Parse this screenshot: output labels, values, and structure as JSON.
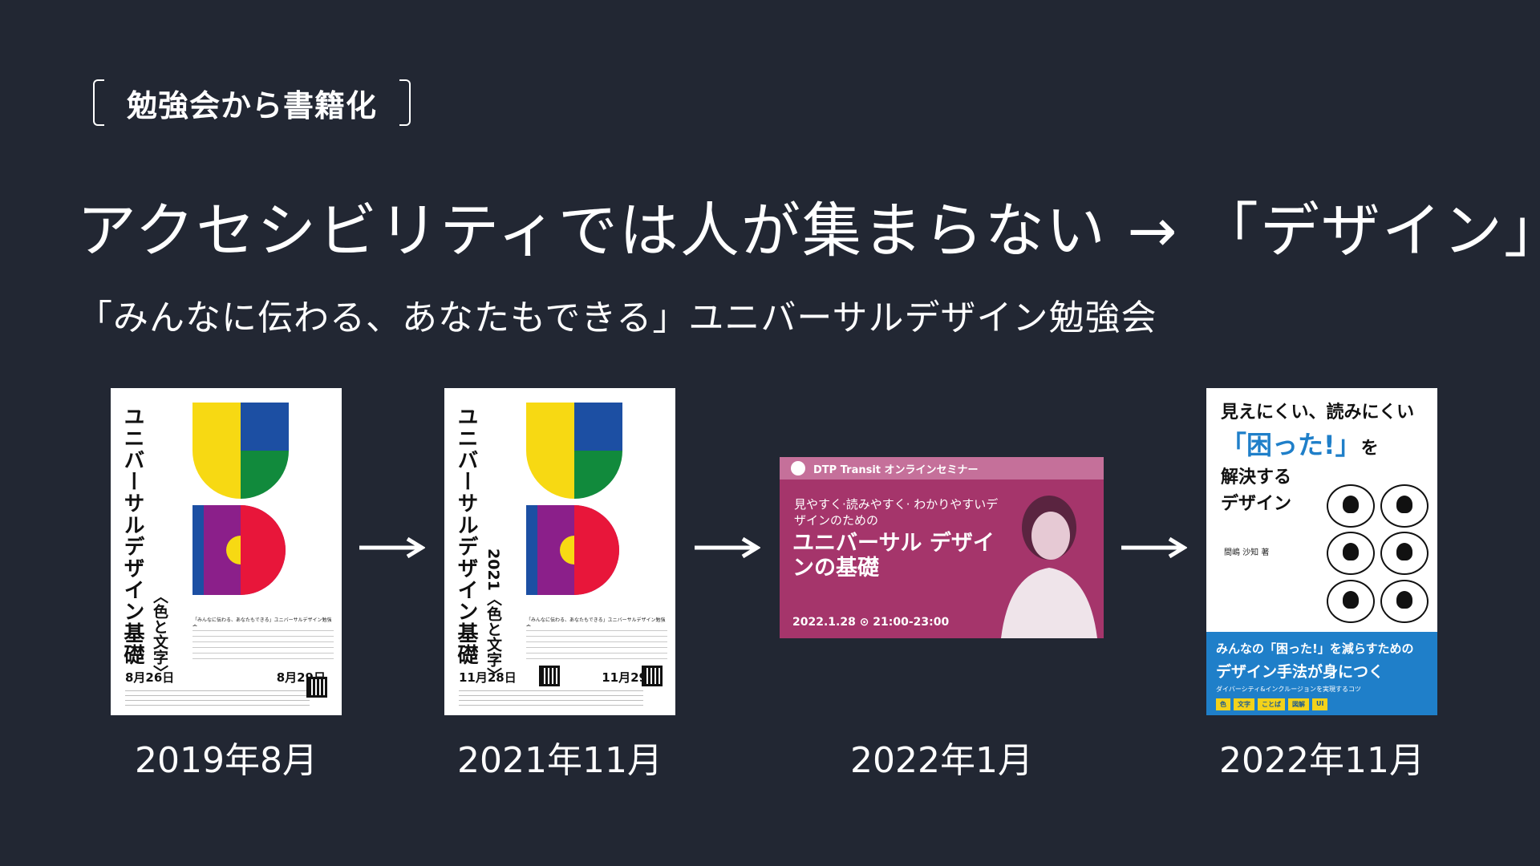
{
  "section_tag": "勉強会から書籍化",
  "main_title": "アクセシビリティでは人が集まらない → 「デザイン」",
  "subtitle": "「みんなに伝わる、あなたもできる」ユニバーサルデザイン勉強会",
  "timeline": [
    {
      "date": "2019年8月",
      "poster_title": "ユニバーサルデザイン基礎",
      "poster_sub": "〈色と文字〉",
      "poster_catch": "「みんなに伝わる、あなたもできる」ユニバーサルデザイン勉強会",
      "poster_date_a": "8月26日",
      "poster_date_b": "8月29日"
    },
    {
      "date": "2021年11月",
      "poster_title": "ユニバーサルデザイン基礎",
      "poster_sub": "2021〈色と文字〉",
      "poster_catch": "「みんなに伝わる、あなたもできる」ユニバーサルデザイン勉強会",
      "poster_date_a": "11月28日",
      "poster_date_b": "11月29日"
    },
    {
      "date": "2022年1月",
      "header": "DTP Transit オンラインセミナー",
      "sub": "見やすく·読みやすく· わかりやすいデザインのための",
      "title": "ユニバーサル デザインの基礎",
      "event_date": "2022.1.28 ⊙ 21:00-23:00"
    },
    {
      "date": "2022年11月",
      "title_l1": "見えにくい、読みにくい",
      "title_l2_blue": "「困った!」",
      "title_l2_tail": "を",
      "title_l3": "解決する",
      "title_l4": "デザイン",
      "author": "間嶋 沙知 著",
      "band_l1": "みんなの「困った!」を減らすための",
      "band_l2": "デザイン手法が身につく",
      "band_l3": "ダイバーシティ&インクルージョンを実現するコツ",
      "chips": [
        "色",
        "文字",
        "ことば",
        "図解",
        "UI"
      ]
    }
  ],
  "colors": {
    "background": "#222733",
    "logo_yellow": "#f7d913",
    "logo_blue": "#1c4fa3",
    "logo_green": "#118a3c",
    "logo_purple": "#8b1f8a",
    "logo_red": "#e8163a",
    "seminar_magenta": "#a5356b",
    "book_blue": "#1f7fc9"
  }
}
